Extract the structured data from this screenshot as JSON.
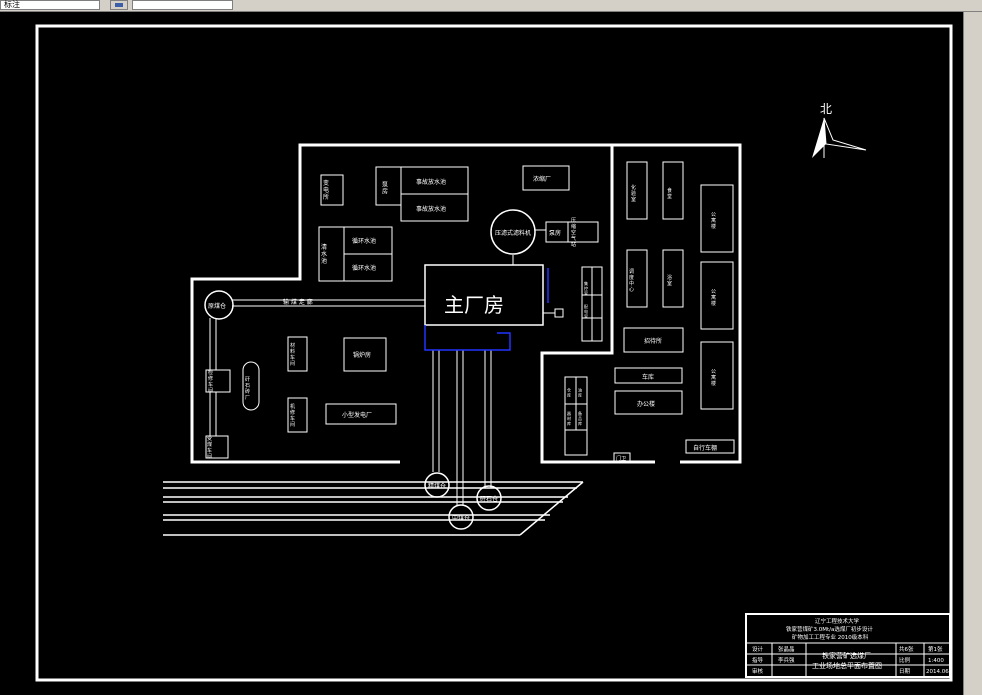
{
  "toolbar": {
    "layer_field": "标注",
    "second_field": ""
  },
  "labels": {
    "north": "北",
    "main_plant": "主厂房",
    "substation": "变电所",
    "pump_room_top": "泵房",
    "accident_pool_1": "事故放水池",
    "accident_pool_2": "事故放水池",
    "concentrate_plant": "浓缩厂",
    "circ_pool_1": "循环水池",
    "circ_pool_2": "循环水池",
    "clean_pool": "清水池",
    "filter_press": "压滤式滤料机",
    "pump_room_mid": "泵房",
    "compressor": "压缩空气站",
    "raw_coal_silo": "原煤仓",
    "belt_corridor": "输  煤  走  廊",
    "material_workshop": "材料车间",
    "boiler_room": "锅炉房",
    "maintenance_workshop": "检修车间",
    "gangue_plant": "矸石砖厂",
    "repair_workshop": "机修车间",
    "small_power_plant": "小型发电厂",
    "coal_receiving": "受煤车间",
    "product_silo": "精煤仓",
    "gangue_silo": "矸石仓",
    "middling_silo": "中煤仓",
    "lab": "化验室",
    "dining": "食堂",
    "dispatch": "调度中心",
    "bathhouse": "浴室",
    "apartment_1": "公寓楼",
    "apartment_2": "公寓楼",
    "apartment_3": "公寓楼",
    "guesthouse": "招待所",
    "garage": "车库",
    "office": "办公楼",
    "bike_shed": "自行车棚",
    "gate": "门卫",
    "warehouse": "仓库",
    "oil_depot": "油库",
    "tool_room": "器材库",
    "storage_room": "备品库",
    "ctrl_1": "集控室",
    "ctrl_2": "配电室"
  },
  "title_block": {
    "school": "辽宁工程技术大学",
    "project": "铁家营煤矿3.0Mt/a选煤厂初步设计",
    "major": "矿物加工工程专业  2010级本科",
    "role_design": "设计",
    "name_design": "张晶晶",
    "role_guide": "指导",
    "name_guide": "李兵强",
    "role_review": "审核",
    "name_review": "",
    "drawing_title_1": "铁家营矿选煤厂",
    "drawing_title_2": "工业场地总平面布置图",
    "sheets_total": "共6张",
    "sheet_no": "第1张",
    "scale_label": "比例",
    "scale_value": "1:400",
    "date_label": "日期",
    "date_value": "2014.06"
  }
}
